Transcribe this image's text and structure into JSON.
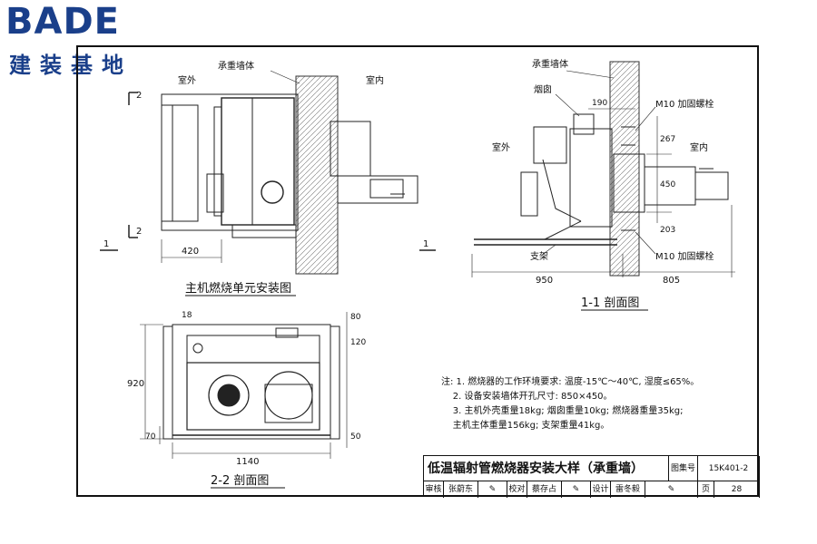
{
  "logo": {
    "top": "BADE",
    "bottom": "建装基地"
  },
  "view_main": {
    "title": "主机燃烧单元安装图",
    "outside": "室外",
    "inside": "室内",
    "wall": "承重墙体",
    "dim_420": "420",
    "sec1_left": "1",
    "sec1_right": "1",
    "sec2_top": "2",
    "sec2_bottom": "2"
  },
  "view_11": {
    "title": "1-1 剖面图",
    "wall": "承重墙体",
    "flue": "烟囱",
    "outside": "室外",
    "inside": "室内",
    "bolt_top": "M10 加固螺栓",
    "bolt_bottom": "M10 加固螺栓",
    "support": "支架",
    "dim_190": "190",
    "dim_267": "267",
    "dim_450": "450",
    "dim_203": "203",
    "dim_950": "950",
    "dim_805": "805"
  },
  "view_22": {
    "title": "2-2 剖面图",
    "dim_18": "18",
    "dim_80": "80",
    "dim_120": "120",
    "dim_920": "920",
    "dim_70": "70",
    "dim_50": "50",
    "dim_1140": "1140"
  },
  "notes": {
    "n1": "注: 1. 燃烧器的工作环境要求: 温度-15℃～40℃, 湿度≤65%。",
    "n2": "2. 设备安装墙体开孔尺寸: 850×450。",
    "n3": "3. 主机外壳重量18kg; 烟囱重量10kg; 燃烧器重量35kg;",
    "n4": "主机主体重量156kg; 支架重量41kg。"
  },
  "title_block": {
    "title": "低温辐射管燃烧器安装大样（承重墙）",
    "atlas_label": "图集号",
    "atlas_no": "15K401-2",
    "review": "审核",
    "reviewer": "张蔚东",
    "check": "校对",
    "checker": "蔡存占",
    "design": "设计",
    "designer": "雷冬毅",
    "page_label": "页",
    "page_no": "28"
  }
}
